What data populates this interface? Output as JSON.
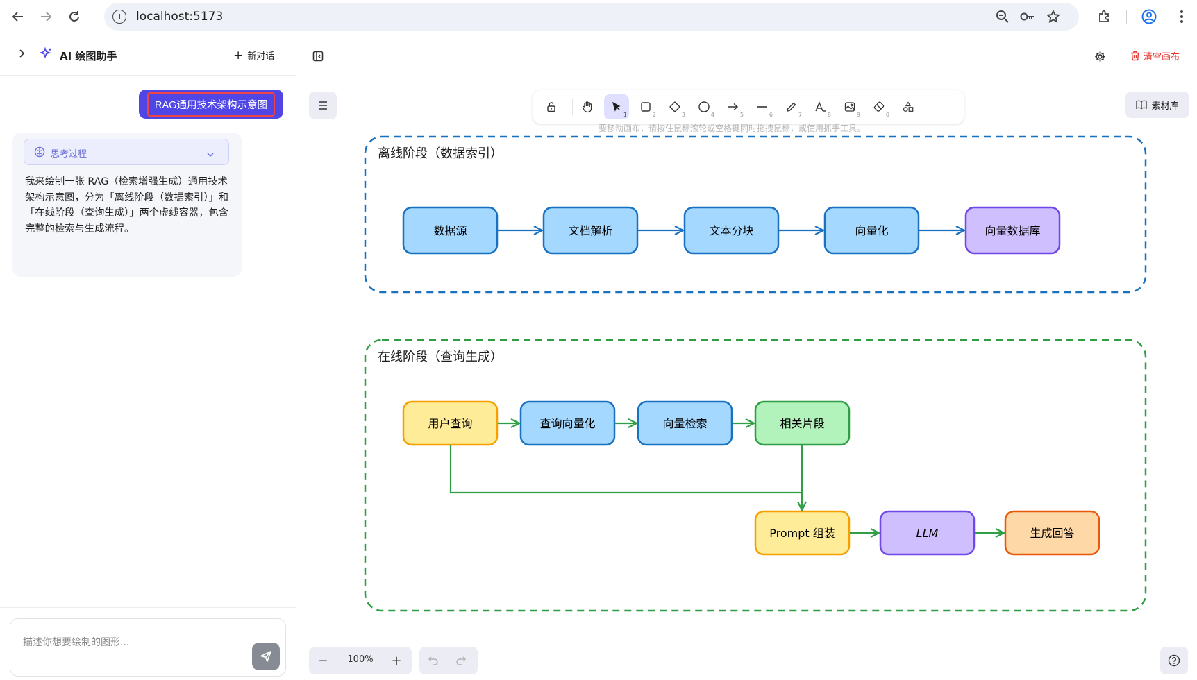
{
  "browser": {
    "url": "localhost:5173"
  },
  "chat": {
    "title": "AI 绘图助手",
    "new_chat_label": "新对话",
    "user_message": "RAG通用技术架构示意图",
    "thinking_label": "思考过程",
    "ai_message": "我来绘制一张 RAG（检索增强生成）通用技术架构示意图，分为「离线阶段（数据索引）」和「在线阶段（查询生成）」两个虚线容器，包含完整的检索与生成流程。",
    "input_placeholder": "描述你想要绘制的图形..."
  },
  "canvas": {
    "clear_label": "清空画布",
    "material_label": "素材库",
    "hint": "要移动画布，请按住鼠标滚轮或空格键同时拖拽鼠标，或使用抓手工具。",
    "zoom": "100%",
    "tools": [
      {
        "name": "lock-tool",
        "key": ""
      },
      {
        "name": "hand-tool",
        "key": ""
      },
      {
        "name": "select-tool",
        "key": "1"
      },
      {
        "name": "rectangle-tool",
        "key": "2"
      },
      {
        "name": "diamond-tool",
        "key": "3"
      },
      {
        "name": "ellipse-tool",
        "key": "4"
      },
      {
        "name": "arrow-tool",
        "key": "5"
      },
      {
        "name": "line-tool",
        "key": "6"
      },
      {
        "name": "pencil-tool",
        "key": "7"
      },
      {
        "name": "text-tool",
        "key": "8"
      },
      {
        "name": "image-tool",
        "key": "9"
      },
      {
        "name": "eraser-tool",
        "key": "0"
      },
      {
        "name": "shapes-tool",
        "key": ""
      }
    ]
  },
  "diagram": {
    "offline": {
      "title": "离线阶段（数据索引）",
      "color": "#1971c2",
      "nodes": [
        "数据源",
        "文档解析",
        "文本分块",
        "向量化",
        "向量数据库"
      ]
    },
    "online": {
      "title": "在线阶段（查询生成）",
      "color": "#2f9e44",
      "row1": [
        "用户查询",
        "查询向量化",
        "向量检索",
        "相关片段"
      ],
      "row2": [
        "Prompt 组装",
        "LLM",
        "生成回答"
      ]
    },
    "colors": {
      "blue_fill": "#a5d8ff",
      "blue_stroke": "#1971c2",
      "purple_fill": "#d0bfff",
      "purple_stroke": "#7048e8",
      "yellow_fill": "#ffec99",
      "yellow_stroke": "#f59f00",
      "green_fill": "#b2f2bb",
      "green_stroke": "#2f9e44",
      "orange_fill": "#ffd8a8",
      "orange_stroke": "#e8590c"
    }
  }
}
